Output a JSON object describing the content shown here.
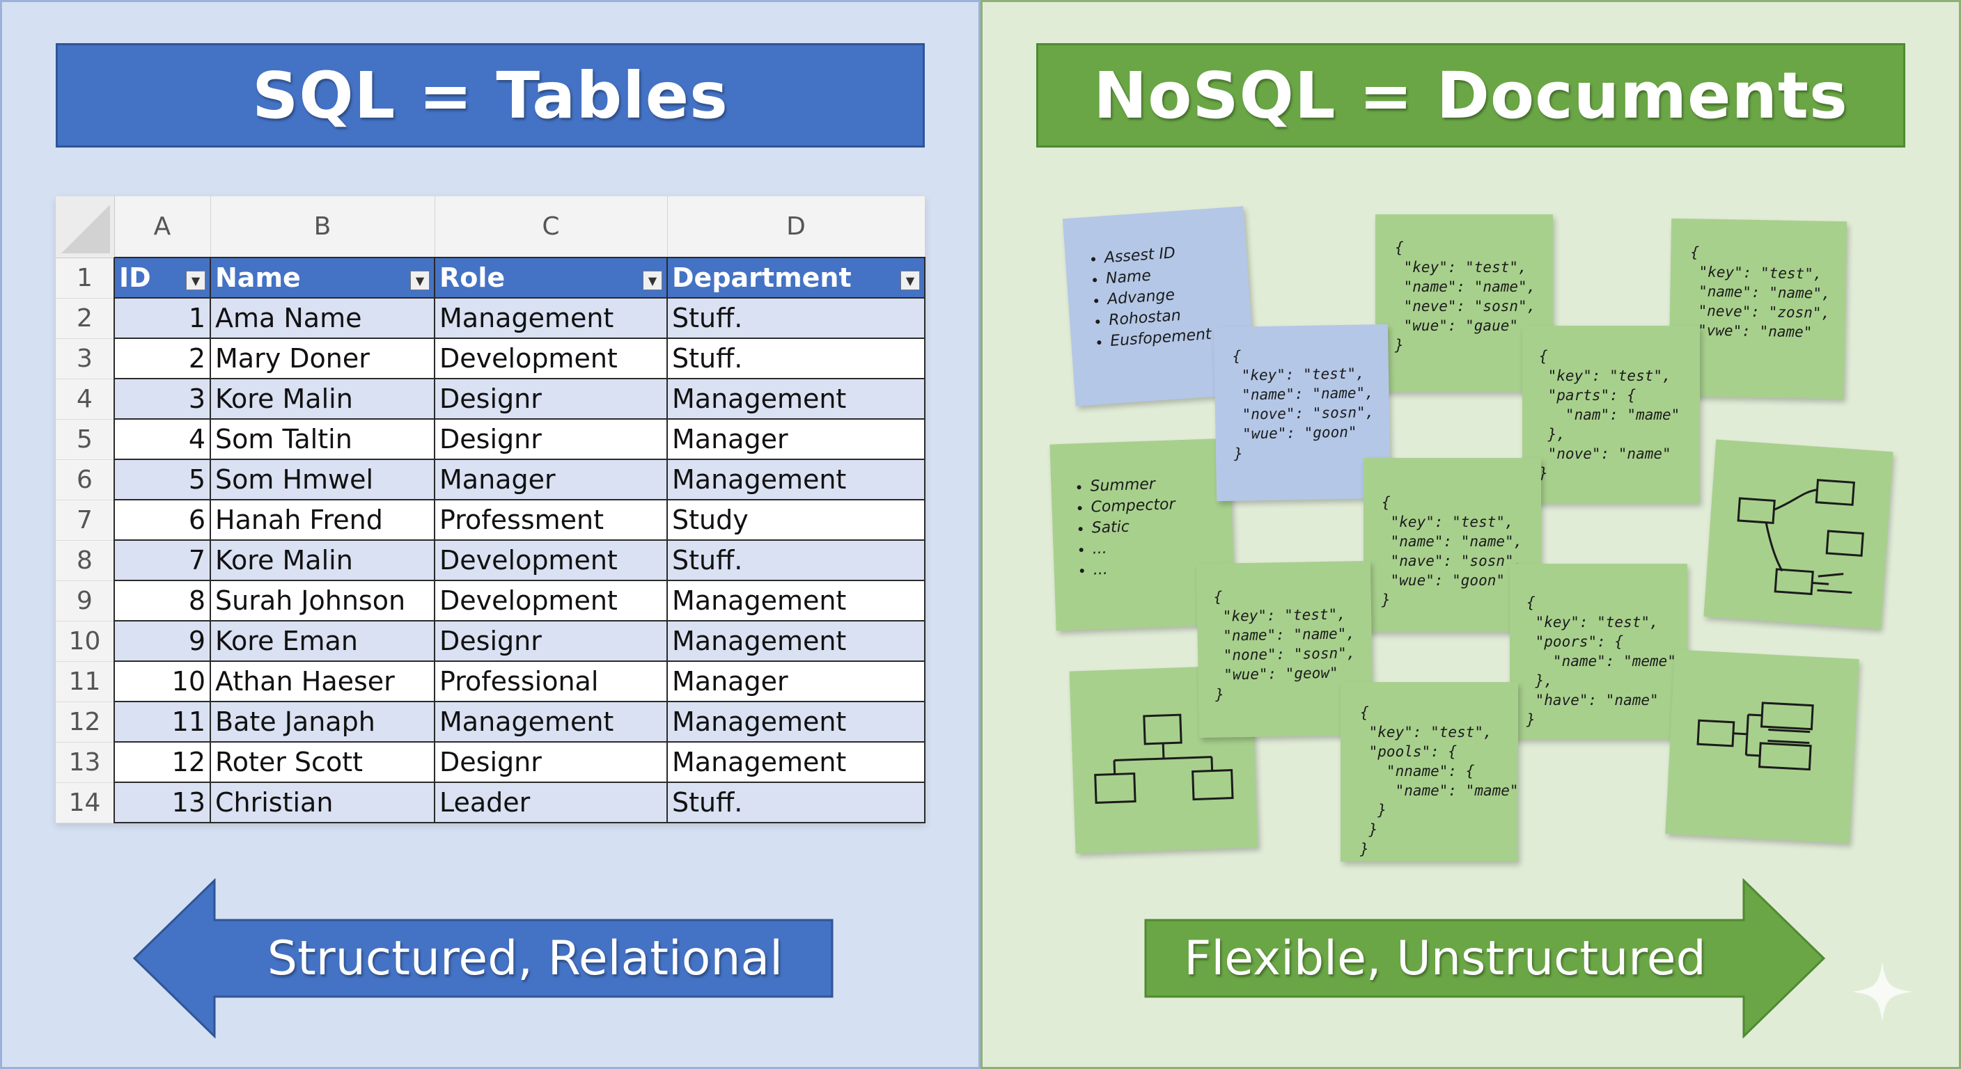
{
  "sql_panel": {
    "title": "SQL = Tables",
    "arrow_label": "Structured, Relational",
    "table": {
      "column_letters": [
        "A",
        "B",
        "C",
        "D"
      ],
      "header_row_number": "1",
      "headers": [
        "ID",
        "Name",
        "Role",
        "Department"
      ],
      "rows": [
        {
          "n": "2",
          "id": "1",
          "name": "Ama Name",
          "role": "Management",
          "dept": "Stuff."
        },
        {
          "n": "3",
          "id": "2",
          "name": "Mary Doner",
          "role": "Development",
          "dept": "Stuff."
        },
        {
          "n": "4",
          "id": "3",
          "name": "Kore Malin",
          "role": "Designr",
          "dept": "Management"
        },
        {
          "n": "5",
          "id": "4",
          "name": "Som Taltin",
          "role": "Designr",
          "dept": "Manager"
        },
        {
          "n": "6",
          "id": "5",
          "name": "Som Hmwel",
          "role": "Manager",
          "dept": "Management"
        },
        {
          "n": "7",
          "id": "6",
          "name": "Hanah Frend",
          "role": "Professment",
          "dept": "Study"
        },
        {
          "n": "8",
          "id": "7",
          "name": "Kore Malin",
          "role": "Development",
          "dept": "Stuff."
        },
        {
          "n": "9",
          "id": "8",
          "name": "Surah Johnson",
          "role": "Development",
          "dept": "Management"
        },
        {
          "n": "10",
          "id": "9",
          "name": "Kore Eman",
          "role": "Designr",
          "dept": "Management"
        },
        {
          "n": "11",
          "id": "10",
          "name": "Athan Haeser",
          "role": "Professional",
          "dept": "Manager"
        },
        {
          "n": "12",
          "id": "11",
          "name": "Bate Janaph",
          "role": "Management",
          "dept": "Management"
        },
        {
          "n": "13",
          "id": "12",
          "name": "Roter Scott",
          "role": "Designr",
          "dept": "Management"
        },
        {
          "n": "14",
          "id": "13",
          "name": "Christian",
          "role": "Leader",
          "dept": "Stuff."
        }
      ]
    }
  },
  "nosql_panel": {
    "title": "NoSQL = Documents",
    "arrow_label": "Flexible, Unstructured",
    "notes": {
      "list_a": [
        "Assest ID",
        "Name",
        "Advange",
        "Rohostan",
        "Eusfopement"
      ],
      "json_b": "{\n \"key\": \"test\",\n \"name\": \"name\",\n \"neve\": \"sosn\",\n \"wue\": \"gaue\"\n}",
      "json_c": "{\n \"key\": \"test\",\n \"name\": \"name\",\n \"neve\": \"zosn\",\n \"vwe\": \"name\"\n}",
      "json_d": "{\n \"key\": \"test\",\n \"name\": \"name\",\n \"nove\": \"sosn\",\n \"wue\": \"goon\"\n}",
      "json_e": "{\n \"key\": \"test\",\n \"parts\": {\n   \"nam\": \"mame\"\n },\n \"nove\": \"name\"\n}",
      "list_f": [
        "Summer",
        "Compector",
        "Satic",
        "...",
        "..."
      ],
      "json_g": "{\n \"key\": \"test\",\n \"name\": \"name\",\n \"nave\": \"sosn\",\n \"wue\": \"goon\"\n}",
      "json_i": "{\n \"key\": \"test\",\n \"name\": \"name\",\n \"none\": \"sosn\",\n \"wue\": \"geow\"\n}",
      "json_j": "{\n \"key\": \"test\",\n \"poors\": {\n   \"name\": \"meme\"\n },\n \"have\": \"name\"\n}",
      "json_l": "{\n \"key\": \"test\",\n \"pools\": {\n   \"nname\": {\n    \"name\": \"mame\"\n  }\n }\n}"
    }
  },
  "colors": {
    "sql_blue": "#4472c4",
    "nosql_green": "#6aa645",
    "sql_panel_bg": "#d5e0f2",
    "nosql_panel_bg": "#e1ecd7"
  }
}
